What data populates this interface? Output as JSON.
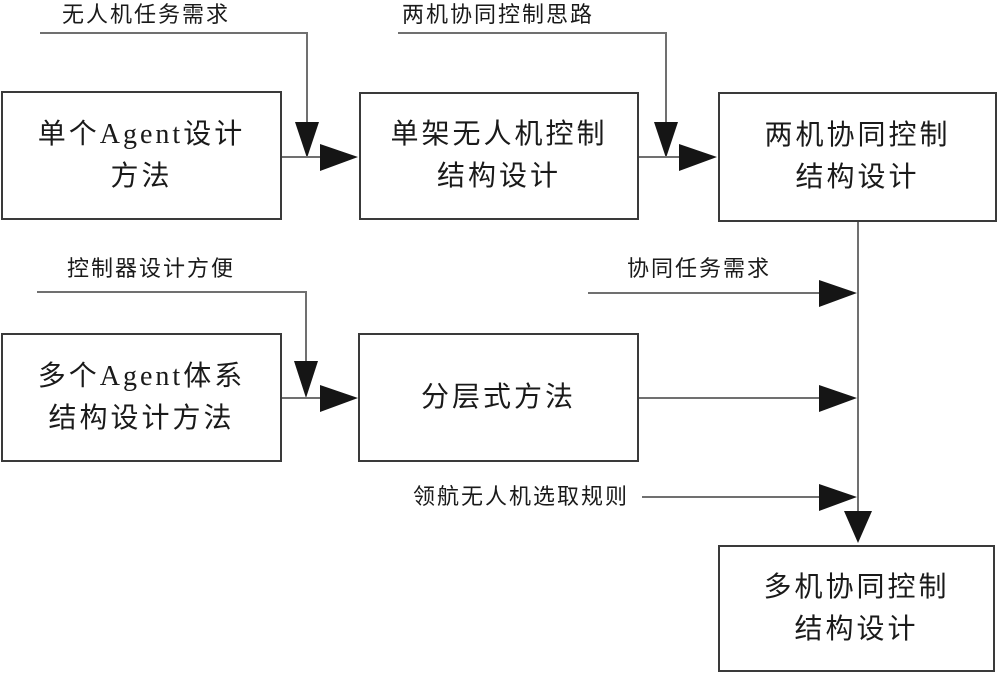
{
  "diagram": {
    "background_color": "#ffffff",
    "box_border_color": "#3a3a3a",
    "line_color": "#707070",
    "arrowhead_color": "#151515",
    "text_color": "#1a1a1a"
  },
  "nodes": {
    "single_agent": {
      "text": "单个Agent设计\n方法"
    },
    "single_uav": {
      "text": "单架无人机控制\n结构设计"
    },
    "two_uav": {
      "text": "两机协同控制\n结构设计"
    },
    "multi_agent": {
      "text": "多个Agent体系\n结构设计方法"
    },
    "hierarchical": {
      "text": "分层式方法"
    },
    "multi_uav": {
      "text": "多机协同控制\n结构设计"
    }
  },
  "labels": {
    "uav_task": "无人机任务需求",
    "two_uav_idea": "两机协同控制思路",
    "controller_design": "控制器设计方便",
    "coop_task": "协同任务需求",
    "leader_rule": "领航无人机选取规则"
  }
}
